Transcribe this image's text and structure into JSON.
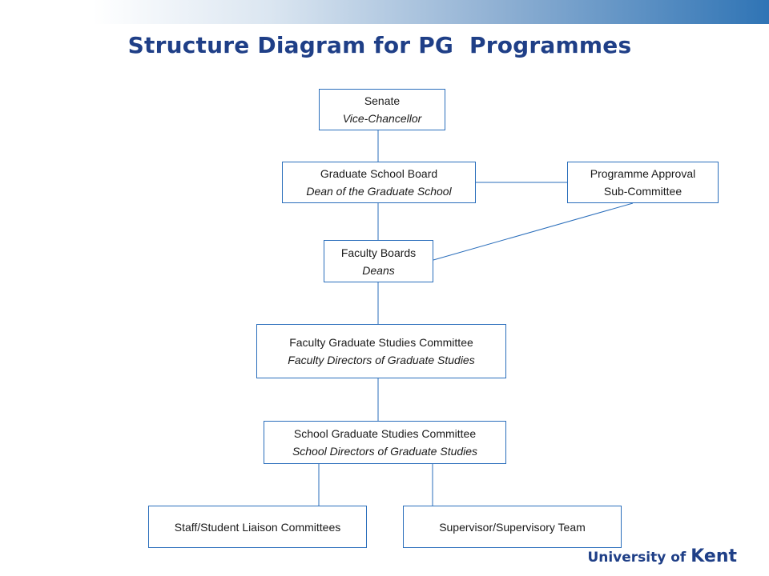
{
  "title": "Structure Diagram for PG  Programmes",
  "nodes": {
    "senate": {
      "name": "Senate",
      "role": "Vice-Chancellor"
    },
    "graduate_school_board": {
      "name": "Graduate School Board",
      "role": "Dean of the Graduate School"
    },
    "programme_approval": {
      "name": "Programme Approval",
      "name_line2": "Sub-Committee"
    },
    "faculty_boards": {
      "name": "Faculty Boards",
      "role": "Deans"
    },
    "faculty_gsc": {
      "name": "Faculty Graduate Studies Committee",
      "role": "Faculty Directors of Graduate Studies"
    },
    "school_gsc": {
      "name": "School Graduate Studies Committee",
      "role": "School Directors of Graduate Studies"
    },
    "staff_student": {
      "name": "Staff/Student Liaison Committees"
    },
    "supervisor": {
      "name": "Supervisor/Supervisory Team"
    }
  },
  "logo": {
    "prefix": "University of ",
    "brand": "Kent"
  },
  "colors": {
    "title": "#1f3f87",
    "box_border": "#2a6ebb",
    "connector": "#2a6ebb"
  }
}
